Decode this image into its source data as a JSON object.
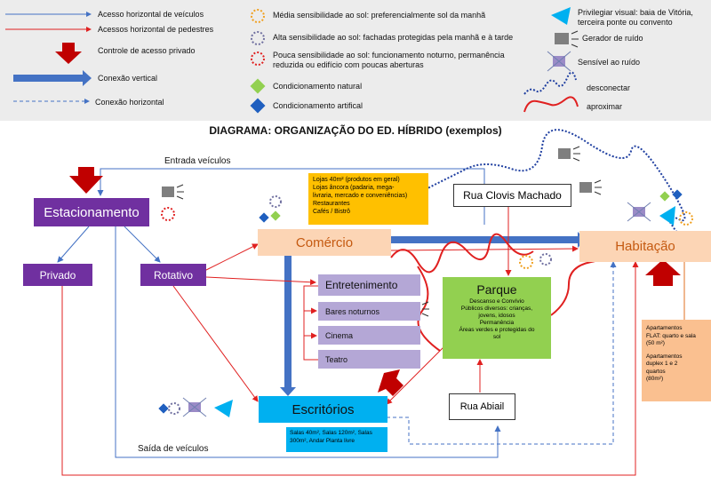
{
  "legend": {
    "h_vehicles": "Acesso horizontal de veículos",
    "h_pedestrians": "Acessos horizontal de pedestres",
    "private_control": "Controle de acesso privado",
    "vertical": "Conexão vertical",
    "horizontal": "Conexão horizontal",
    "medium_sun": "Média sensibilidade ao sol: preferencialmente sol da manhã",
    "high_sun": "Alta sensibilidade ao sol: fachadas protegidas pela manhã e à tarde",
    "low_sun_1": "Pouca sensibilidade ao sol: funcionamento noturno, permanência",
    "low_sun_2": "reduzida ou edifício com poucas aberturas",
    "natural": "Condicionamento natural",
    "artificial": "Condicionamento artifical",
    "view_1": "Privilegiar  visual: baia de Vitória,",
    "view_2": "terceira ponte ou convento",
    "noise_gen": "Gerador de ruído",
    "noise_sens": "Sensível ao ruído",
    "disconnect": "desconectar",
    "approach": "aproximar"
  },
  "diagram": {
    "title": "DIAGRAMA: ORGANIZAÇÃO DO ED. HÍBRIDO (exemplos)",
    "entrada": "Entrada veículos",
    "saida": "Saída de veículos",
    "estacionamento": "Estacionamento",
    "privado": "Privado",
    "rotativo": "Rotativo",
    "comercio": "Comércio",
    "comercio_note": [
      "Lojas 40m² (produtos em geral)",
      "Lojas âncora (padaria, mega-",
      "livraria, mercado e conveniências)",
      "Restaurantes",
      "Cafés / Bistrô"
    ],
    "entretenimento": "Entretenimento",
    "bares": "Bares noturnos",
    "cinema": "Cinema",
    "teatro": "Teatro",
    "parque": "Parque",
    "parque_note": [
      "Descanso e Convívio",
      "Públicos diversos: crianças,",
      "jovens, idosos",
      "Permanência",
      "Áreas verdes e protegidas do",
      "sol"
    ],
    "rua_clovis": "Rua Clovis Machado",
    "rua_abiail": "Rua Abiail",
    "habitacao": "Habitação",
    "habitacao_note": [
      "Apartamentos",
      "FLAT: quarto e sala",
      "(50 m²)",
      "",
      "Apartamentos",
      "duplex 1 e 2",
      "quartos",
      "(80m²)"
    ],
    "escritorios": "Escritórios",
    "escritorios_note": [
      "Salas 40m², Salas 120m², Salas",
      "300m², Andar Planta livre"
    ]
  },
  "colors": {
    "blue_arrow": "#4472c4",
    "red_arrow": "#e02020",
    "purple": "#7030a0",
    "lavender": "#b4a7d6",
    "orange_box": "#fcd5b5",
    "yellow_note": "#ffc000",
    "green_park": "#92d050",
    "cyan_box": "#00b0f0",
    "peach_note": "#fac090"
  }
}
